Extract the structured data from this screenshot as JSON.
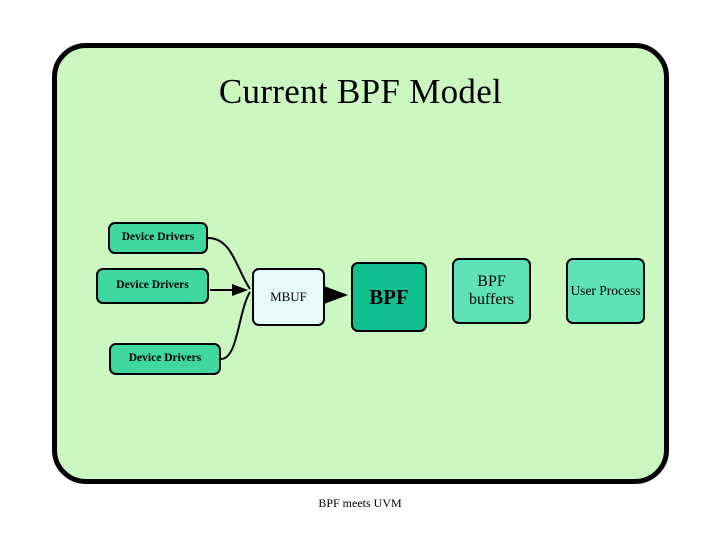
{
  "slide": {
    "title": "Current BPF Model",
    "footer": "BPF meets UVM",
    "background_color": "#ccf7c1",
    "border_color": "#000000"
  },
  "diagram": {
    "nodes": [
      {
        "id": "device-drivers-1",
        "label": "Device Drivers",
        "color": "#3fd6a0"
      },
      {
        "id": "device-drivers-2",
        "label": "Device Drivers",
        "color": "#3fd6a0"
      },
      {
        "id": "device-drivers-3",
        "label": "Device Drivers",
        "color": "#3fd6a0"
      },
      {
        "id": "mbuf",
        "label": "MBUF",
        "color": "#e8fbfb"
      },
      {
        "id": "bpf",
        "label": "BPF",
        "color": "#0fbf8f"
      },
      {
        "id": "bpf-buffers",
        "label": "BPF buffers",
        "color": "#5fe3b6"
      },
      {
        "id": "user-process",
        "label": "User Process",
        "color": "#5fe3b6"
      }
    ],
    "connectors": [
      {
        "from": "device-drivers-1",
        "to": "mbuf",
        "style": "curve"
      },
      {
        "from": "device-drivers-2",
        "to": "mbuf",
        "style": "straight-arrow"
      },
      {
        "from": "device-drivers-3",
        "to": "mbuf",
        "style": "curve"
      },
      {
        "from": "mbuf",
        "to": "bpf",
        "style": "straight-arrow"
      }
    ]
  }
}
